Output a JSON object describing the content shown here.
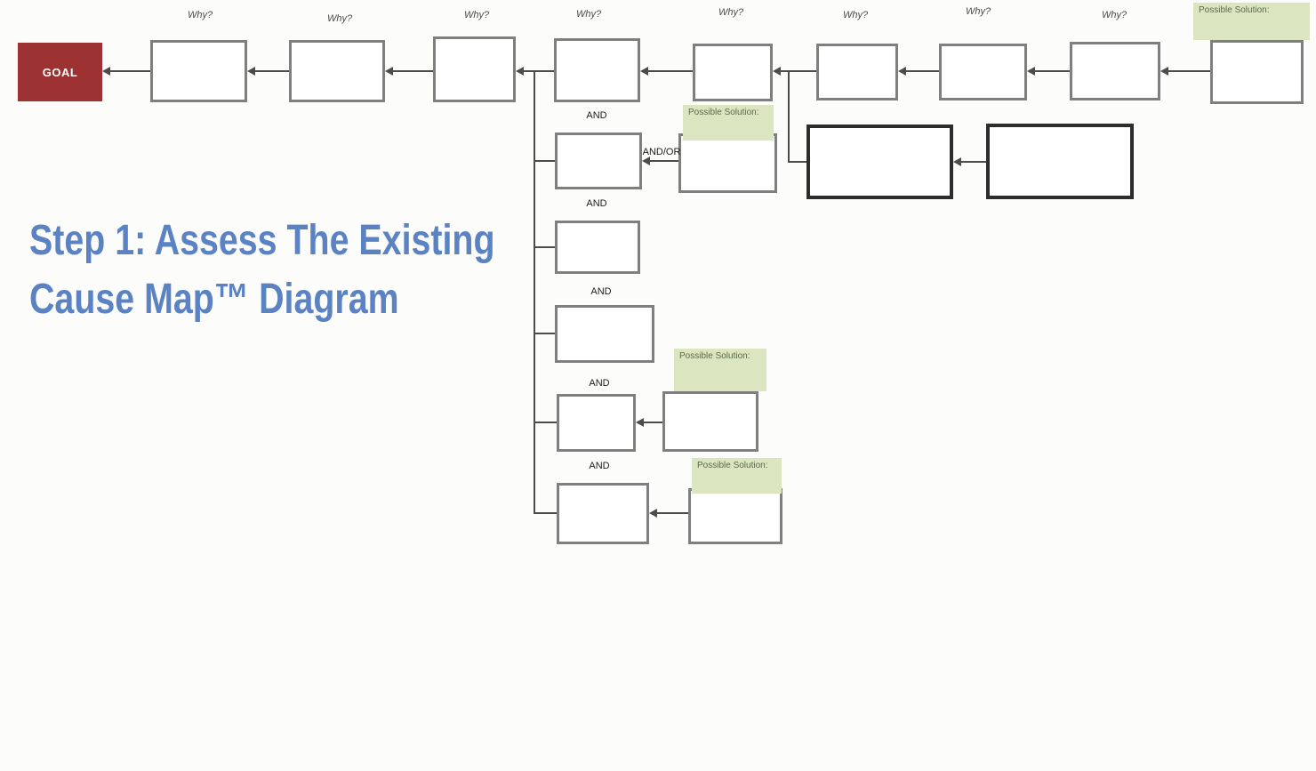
{
  "title": {
    "line1": "Step 1: Assess The Existing",
    "line2": "Cause Map™ Diagram"
  },
  "goal": {
    "label": "GOAL"
  },
  "labels": {
    "why": "Why?",
    "and": "AND",
    "and_or": "AND/OR",
    "possible_solution": "Possible Solution:"
  },
  "colors": {
    "goal_fill": "#9c3332",
    "goal_text": "#ffffff",
    "box_border": "#7f7f7f",
    "emphasis_box_border": "#2d2d2d",
    "connector": "#4c4c4c",
    "solution_fill": "#dbe6c1",
    "solution_text": "#5a684d",
    "title_text": "#5b83c4",
    "background": "#fcfcfb"
  },
  "diagram": {
    "type": "cause-map",
    "top_row_box_count": 10,
    "why_label_count": 8,
    "and_branch_count": 5,
    "possible_solution_count": 4,
    "emphasis_box_count": 2
  }
}
